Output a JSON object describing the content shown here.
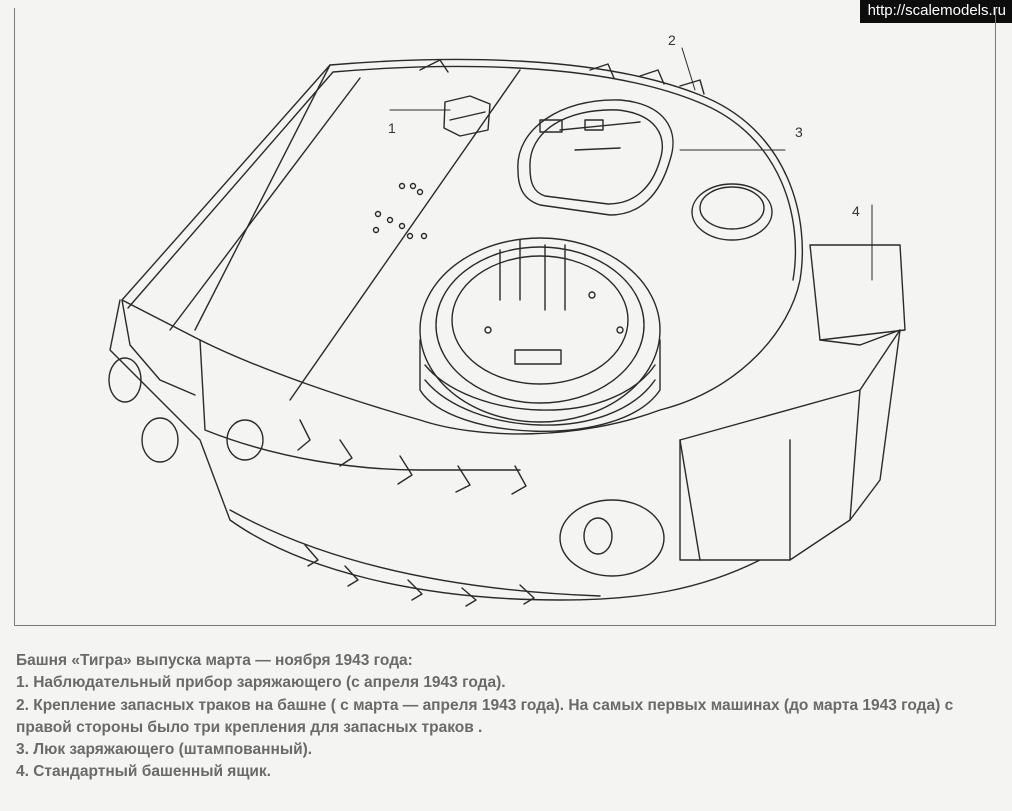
{
  "watermark": "http://scalemodels.ru",
  "callouts": [
    "1",
    "2",
    "3",
    "4"
  ],
  "caption": {
    "title": "Башня «Тигра» выпуска марта — ноября 1943 года:",
    "items": [
      "1. Наблюдательный прибор заряжающего (с апреля 1943 года).",
      "2. Крепление запасных траков на башне ( с марта — апреля 1943 года). На самых первых машинах (до марта 1943 года) с правой стороны было три крепления для запасных траков .",
      "3. Люк заряжающего (штампованный).",
      "4. Стандартный башенный ящик."
    ]
  }
}
